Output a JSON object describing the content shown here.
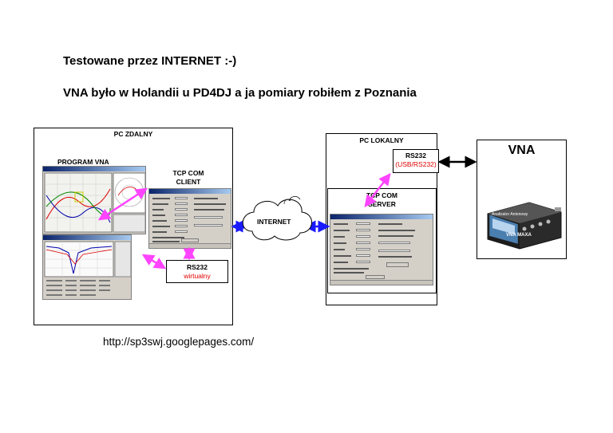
{
  "header": {
    "line1": "Testowane przez INTERNET  :-)",
    "line2": "VNA było  w Holandii  u PD4DJ   a ja pomiary robiłem z Poznania"
  },
  "diagram": {
    "pc_remote": "PC ZDALNY",
    "program_vna": "PROGRAM VNA",
    "tcp_com_client": [
      "TCP COM",
      "CLIENT"
    ],
    "rs232_virtual": [
      "RS232",
      "wirtualny"
    ],
    "internet": "INTERNET",
    "pc_local": "PC LOKALNY",
    "rs232_usb": [
      "RS232",
      "(USB/RS232)"
    ],
    "tcp_com_server": [
      "TCP COM",
      "SERVER"
    ],
    "vna": "VNA",
    "device_label": "VNA MAXA",
    "device_brand": "Analizator Antenowy"
  },
  "footer": {
    "url": "http://sp3swj.googlepages.com/"
  },
  "colors": {
    "magenta_arrow": "#ff44ff",
    "blue_arrow": "#1a1aff",
    "black_arrow": "#000000",
    "red_text": "#e00000"
  }
}
